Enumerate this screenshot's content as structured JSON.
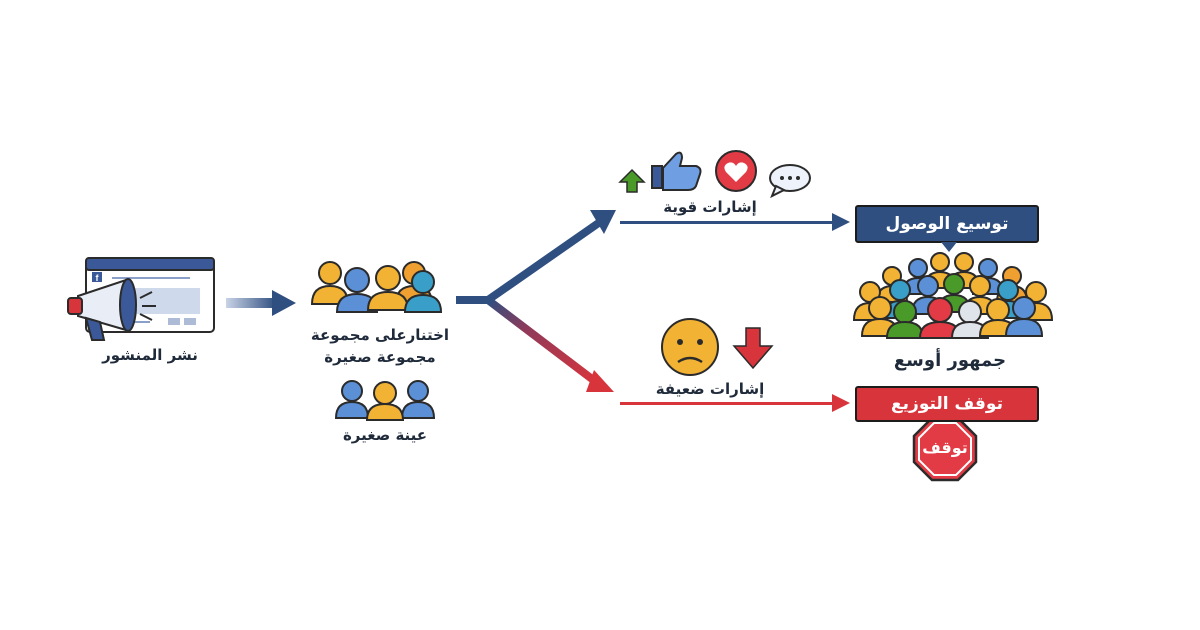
{
  "publish": {
    "label": "نشر المنشور"
  },
  "small_group": {
    "line1": "اختنارعلى مجموعة",
    "line2": "مجموعة صغيرة"
  },
  "sample": {
    "label": "عينة صغيرة"
  },
  "strong_signals": {
    "label": "إشارات قوية"
  },
  "weak_signals": {
    "label": "إشارات ضعيفة"
  },
  "expand_reach": {
    "label": "توسيع الوصول"
  },
  "wider_audience": {
    "label": "جمهور أوسع"
  },
  "stop_distribution": {
    "label": "توقف التوزيع"
  },
  "stop_sign": {
    "label": "توقف"
  },
  "colors": {
    "navy": "#2f4f80",
    "red": "#d8343c",
    "facebook_blue": "#3b5998",
    "green": "#4a9a2a",
    "heart": "#e23b45",
    "face": "#f2b233"
  }
}
